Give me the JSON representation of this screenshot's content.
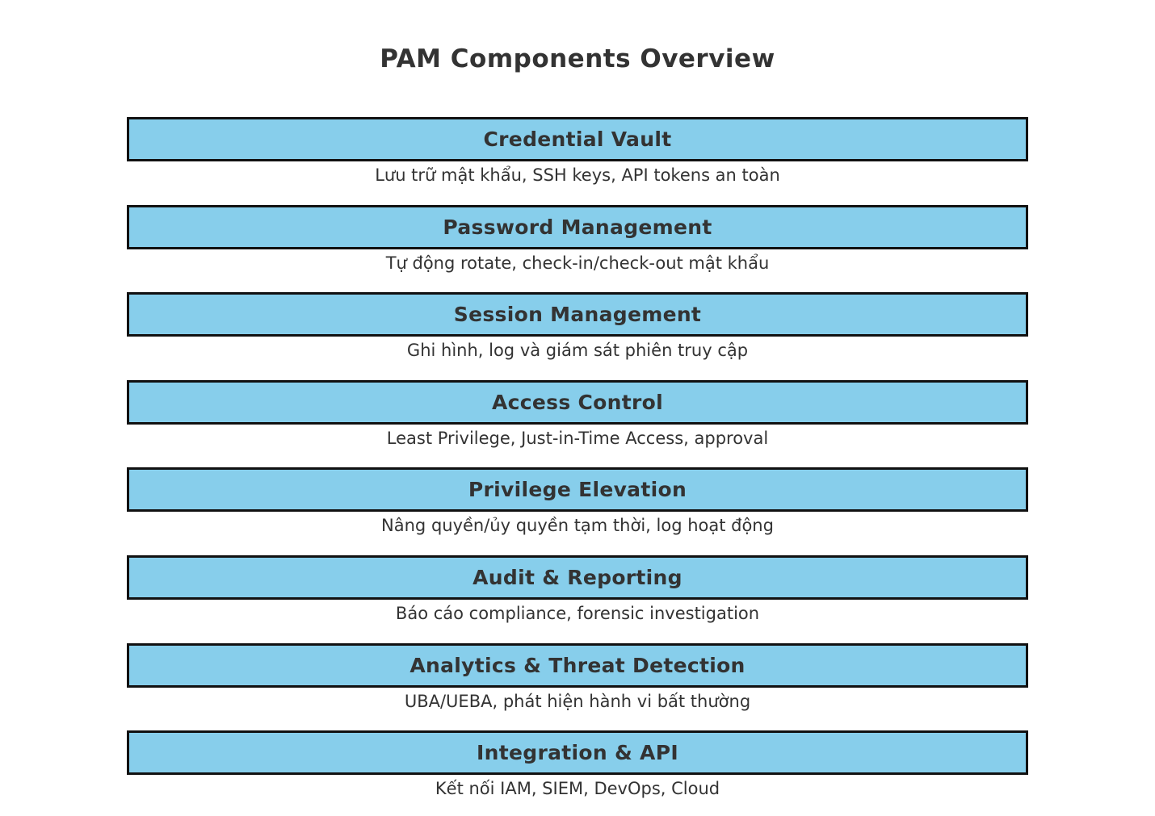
{
  "page": {
    "title": "PAM Components Overview"
  },
  "colors": {
    "background": "#ffffff",
    "box_fill": "#87CEEB",
    "box_border": "#111111",
    "title_text": "#333333",
    "description_text": "#333333"
  },
  "components": [
    {
      "title": "Credential Vault",
      "description": "Lưu trữ mật khẩu, SSH keys, API tokens an toàn"
    },
    {
      "title": "Password Management",
      "description": "Tự động rotate, check-in/check-out mật khẩu"
    },
    {
      "title": "Session Management",
      "description": "Ghi hình, log và giám sát phiên truy cập"
    },
    {
      "title": "Access Control",
      "description": "Least Privilege, Just-in-Time Access, approval"
    },
    {
      "title": "Privilege Elevation",
      "description": "Nâng quyền/ủy quyền tạm thời, log hoạt động"
    },
    {
      "title": "Audit & Reporting",
      "description": "Báo cáo compliance, forensic investigation"
    },
    {
      "title": "Analytics & Threat Detection",
      "description": "UBA/UEBA, phát hiện hành vi bất thường"
    },
    {
      "title": "Integration & API",
      "description": "Kết nối IAM, SIEM, DevOps, Cloud"
    }
  ]
}
